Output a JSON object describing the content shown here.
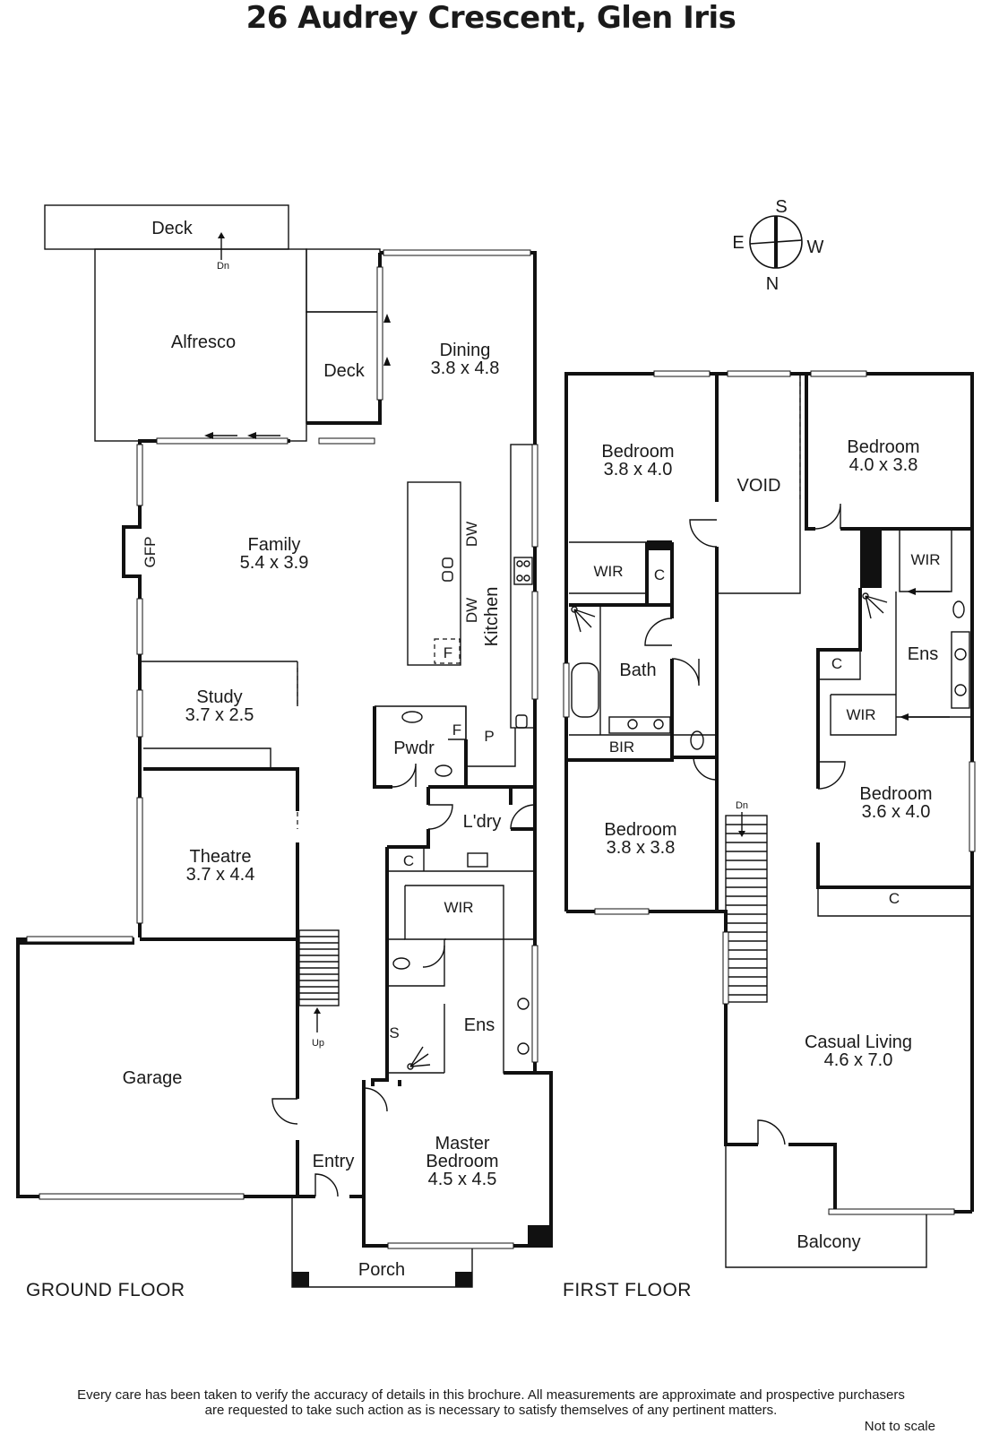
{
  "title": "26 Audrey Crescent, Glen Iris",
  "floors": {
    "ground": "GROUND FLOOR",
    "first": "FIRST FLOOR"
  },
  "compass": {
    "s": "S",
    "e": "E",
    "w": "W",
    "n": "N"
  },
  "ground_rooms": {
    "deck_top": "Deck",
    "dn_top": "Dn",
    "alfresco": "Alfresco",
    "deck_side": "Deck",
    "dining": "Dining",
    "dining_dim": "3.8 x 4.8",
    "family": "Family",
    "family_dim": "5.4 x 3.9",
    "gfp": "GFP",
    "dw1": "DW",
    "dw2": "DW",
    "kitchen": "Kitchen",
    "f1": "F",
    "study": "Study",
    "study_dim": "3.7 x 2.5",
    "pwdr": "Pwdr",
    "f2": "F",
    "p": "P",
    "laundry": "L'dry",
    "c": "C",
    "theatre": "Theatre",
    "theatre_dim": "3.7 x 4.4",
    "wir": "WIR",
    "ens": "Ens",
    "s": "S",
    "up": "Up",
    "garage": "Garage",
    "entry": "Entry",
    "master": "Master",
    "master2": "Bedroom",
    "master_dim": "4.5 x 4.5",
    "porch": "Porch"
  },
  "first_rooms": {
    "bed1": "Bedroom",
    "bed1_dim": "3.8 x 4.0",
    "void": "VOID",
    "bed2": "Bedroom",
    "bed2_dim": "4.0 x 3.8",
    "wir1": "WIR",
    "c1": "C",
    "wir2": "WIR",
    "bath": "Bath",
    "ens": "Ens",
    "c2": "C",
    "wir3": "WIR",
    "bir": "BIR",
    "dn": "Dn",
    "bed3": "Bedroom",
    "bed3_dim": "3.8 x 3.8",
    "bed4": "Bedroom",
    "bed4_dim": "3.6 x 4.0",
    "c3": "C",
    "casual": "Casual Living",
    "casual_dim": "4.6 x 7.0",
    "balcony": "Balcony"
  },
  "disclaimer_1": "Every care has been taken to verify the accuracy of details in this brochure.  All measurements are approximate and prospective purchasers",
  "disclaimer_2": "are requested to take such action as is necessary to satisfy themselves of any pertinent matters.",
  "not_to_scale": "Not to scale"
}
